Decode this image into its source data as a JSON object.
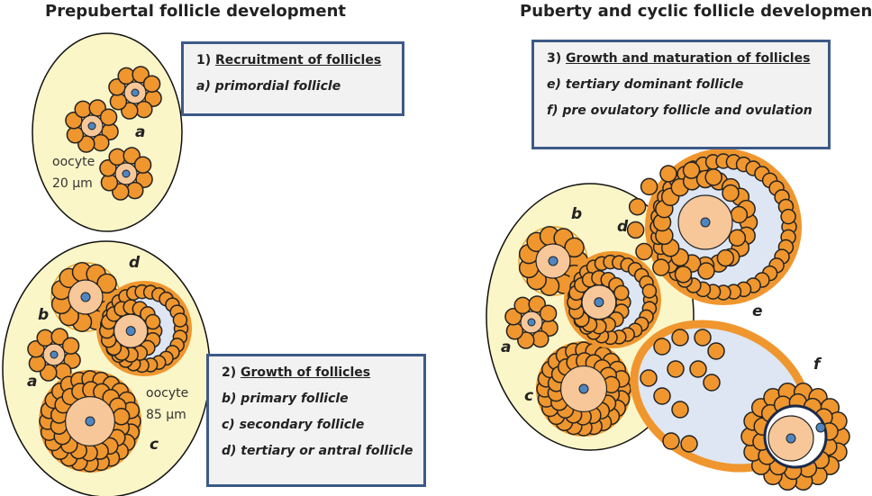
{
  "titles": {
    "left": "Prepubertal follicle development",
    "right": "Puberty and cyclic follicle development"
  },
  "boxes": {
    "recruitment": {
      "number": "1)",
      "heading": "Recruitment of follicles",
      "items": [
        "a) primordial follicle"
      ]
    },
    "growth": {
      "number": "2)",
      "heading": "Growth of follicles",
      "items": [
        "b) primary follicle",
        "c)  secondary follicle",
        "d) tertiary or antral follicle"
      ]
    },
    "maturation": {
      "number": "3)",
      "heading": "Growth and maturation of follicles",
      "items": [
        "e) tertiary dominant follicle",
        "f)  pre ovulatory follicle and ovulation"
      ]
    }
  },
  "annotations": {
    "oocyte_small": [
      "oocyte",
      "20 µm"
    ],
    "oocyte_large": [
      "oocyte",
      "85 µm"
    ]
  },
  "labels": {
    "a": "a",
    "b": "b",
    "c": "c",
    "d": "d",
    "e": "e",
    "f": "f"
  },
  "colors": {
    "ovary": "#fbf6c8",
    "granulosa": "#f0962e",
    "oocyte": "#f7c79a",
    "nucleus": "#4f86c0",
    "antrum": "#dde6f2",
    "box_border": "#3d5a87"
  }
}
